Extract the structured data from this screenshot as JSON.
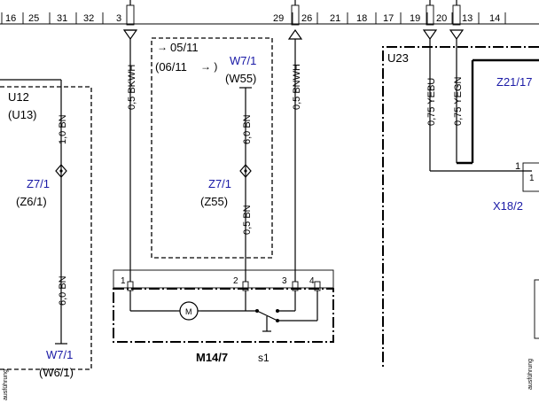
{
  "ruler": {
    "numbers": [
      "16",
      "25",
      "31",
      "32",
      "3",
      "29",
      "26",
      "21",
      "18",
      "17",
      "19",
      "20",
      "13",
      "14"
    ]
  },
  "wires": {
    "left_top": "0,5 BKWH",
    "right_top": "0,5 BNWH",
    "u12_upper": "1,0 BN",
    "u12_lower": "6,0 BN",
    "mid_upper": "6,0 BN",
    "mid_lower": "0,5 BN",
    "yebu": "0,75 YEBU",
    "yegn": "0,75 YEGN"
  },
  "labels": {
    "u12": "U12",
    "u13": "(U13)",
    "u23": "U23",
    "z21": "Z21/17",
    "z7_left": "Z7/1",
    "z6": "(Z6/1)",
    "z7_mid": "Z7/1",
    "z55": "(Z55)",
    "w7_top": "W7/1",
    "w55": "(W55)",
    "w7_bottom": "W7/1",
    "w6": "(W6/1)",
    "date_start": "05/11",
    "date_end": "(06/11",
    "x18": "X18/2",
    "x18_pin": "1",
    "x18_pin2": "1",
    "m14": "M14/7",
    "s1": "s1",
    "motor": "M",
    "pin1": "1",
    "pin2": "2",
    "pin3": "3",
    "pin4": "4",
    "arrow_start": "→",
    "arrow_end": "→ )",
    "side_left": "ausführung",
    "side_right": "ausführung"
  }
}
